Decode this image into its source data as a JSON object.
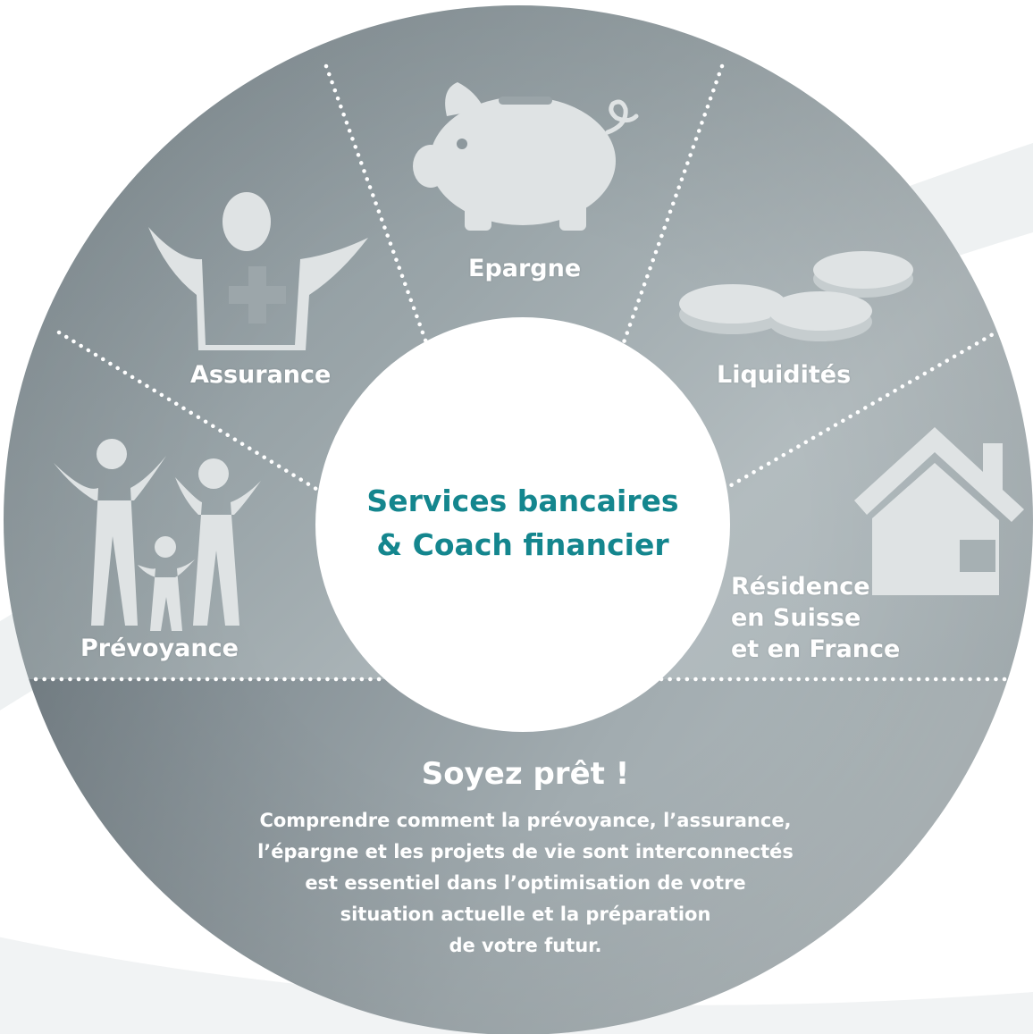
{
  "center": {
    "line1": "Services bancaires",
    "line2": "& Coach financier"
  },
  "segments": {
    "epargne": {
      "label": "Epargne",
      "icon": "piggy-bank-icon"
    },
    "assurance": {
      "label": "Assurance",
      "icon": "insured-person-icon"
    },
    "liquidites": {
      "label": "Liquidités",
      "icon": "coins-icon"
    },
    "prevoyance": {
      "label": "Prévoyance",
      "icon": "family-icon"
    },
    "residence": {
      "line1": "Résidence",
      "line2": "en Suisse",
      "line3": "et en France",
      "icon": "house-icon"
    }
  },
  "bottom": {
    "heading": "Soyez prêt !",
    "lines": [
      "Comprendre comment la prévoyance, l’assurance,",
      "l’épargne et les projets de vie sont interconnectés",
      "est essentiel dans l’optimisation de votre",
      "situation actuelle et la préparation",
      "de votre futur."
    ]
  },
  "colors": {
    "ring_light": "#b3bcbf",
    "ring_dark": "#67737a",
    "icon_fill": "#dfe3e4",
    "accent_teal": "#14868e",
    "text_white": "#ffffff"
  }
}
